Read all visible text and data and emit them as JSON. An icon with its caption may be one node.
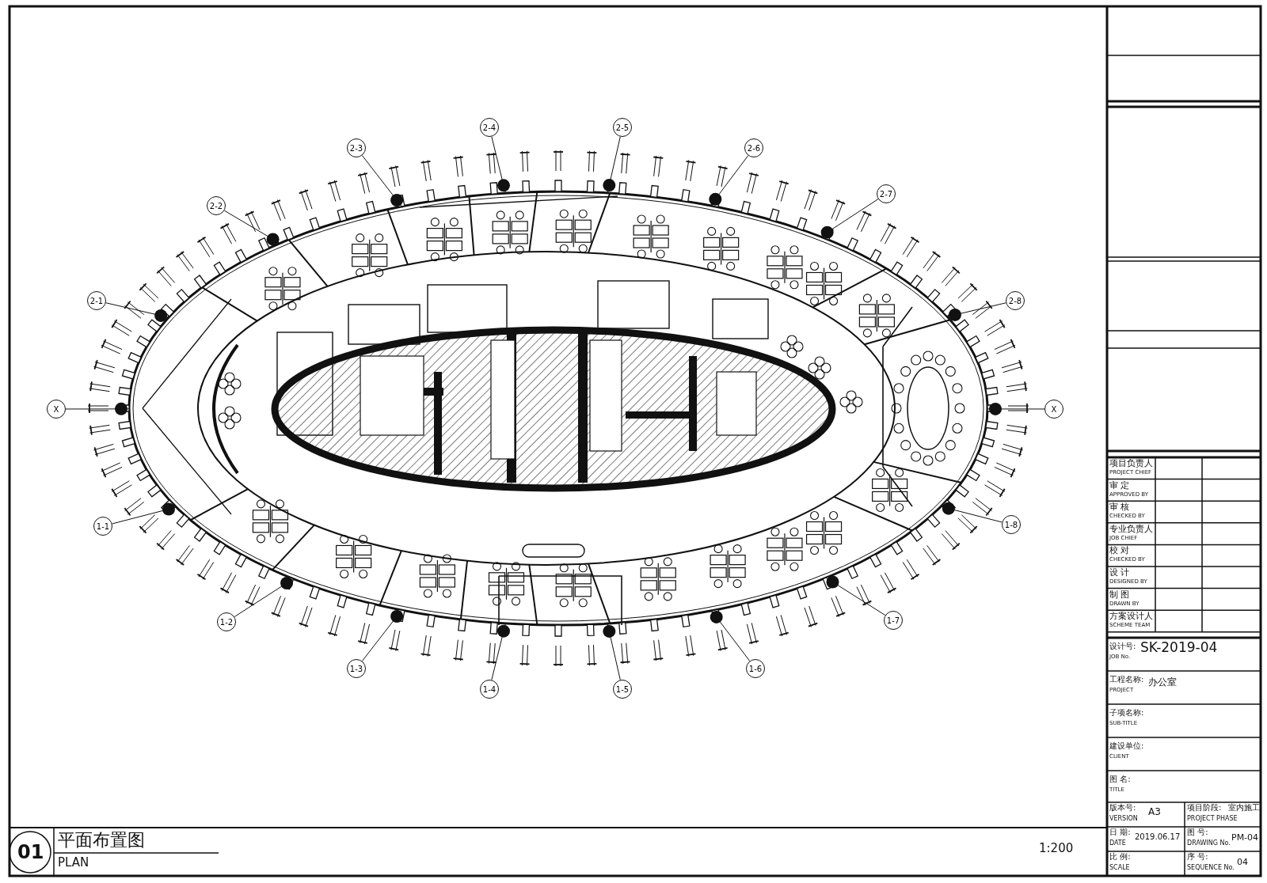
{
  "diagram": {
    "title": "平面布置图",
    "labels": [
      "2-4",
      "2-5",
      "2-3",
      "2-6",
      "2-2",
      "2-7",
      "2-1",
      "2-8",
      "X",
      "X",
      "1-1",
      "1-8",
      "1-2",
      "1-7",
      "1-3",
      "1-6",
      "1-4",
      "1-5",
      "项目负责人",
      "PROJECT CHIEF",
      "审 定",
      "APPROVED BY",
      "审 核",
      "CHECKED BY",
      "专业负责人",
      "JOB CHIEF",
      "校 对",
      "CHECKED BY",
      "设 计",
      "DESIGNED BY",
      "制 图",
      "DRAWN BY",
      "方案设计人",
      "SCHEME TEAM",
      "设计号:",
      "JOB No.",
      "SK-2019-04",
      "工程名称:",
      "PROJECT",
      "办公室",
      "子项名称:",
      "SUB-TITLE",
      "建设单位:",
      "CLIENT",
      "图 名:",
      "TITLE",
      "版本号:",
      "VERSION",
      "A3",
      "项目阶段:",
      "PROJECT PHASE",
      "室内施工",
      "日 期:",
      "DATE",
      "2019.06.17",
      "图 号:",
      "DRAWING No.",
      "PM-04",
      "比 例:",
      "SCALE",
      "序 号:",
      "SEQUENCE No.",
      "04",
      "01",
      "PLAN",
      "1:200"
    ]
  }
}
